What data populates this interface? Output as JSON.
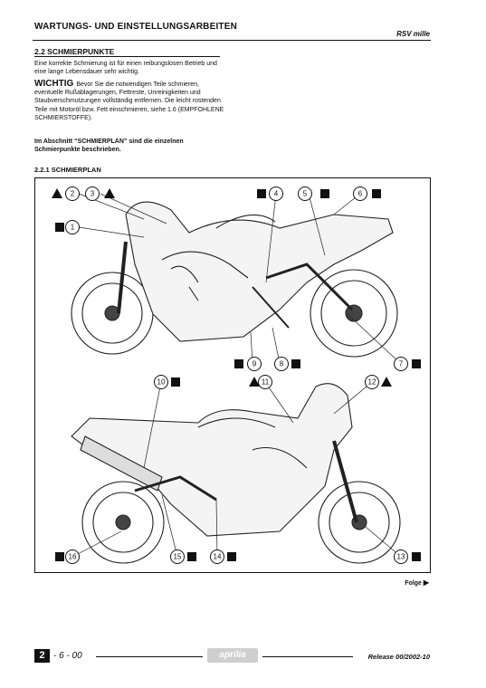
{
  "header": {
    "title": "WARTUNGS- UND EINSTELLUNGSARBEITEN",
    "model": "RSV mille"
  },
  "section": {
    "title": "2.2 SCHMIERPUNKTE",
    "para1": "Eine korrekte Schmierung ist für einen reibungslosen Betrieb und eine lange Lebensdauer sehr wichtig.",
    "warning_word": "WICHTIG",
    "warning_text": "Bevor Sie die notwendigen Teile schmieren, eventuelle Rußablagerungen, Fettreste, Unreinigkeiten und Staubverschmutzungen vollständig entfernen. Die leicht rostenden Teile mit Motoröl bzw. Fett einschmieren, siehe 1.6 (EMPFOHLENE SCHMIERSTOFFE).",
    "para3": "Im Abschnitt “SCHMIERPLAN” sind die einzelnen Schmierpunkte beschrieben."
  },
  "subsection": {
    "title": "2.2.1  SCHMIERPLAN"
  },
  "diagram": {
    "callouts": [
      "1",
      "2",
      "3",
      "4",
      "5",
      "6",
      "7",
      "8",
      "9",
      "10",
      "11",
      "12",
      "13",
      "14",
      "15",
      "16"
    ]
  },
  "footer": {
    "folge": "Folge",
    "page_chapter": "2",
    "page_rest": "- 6 - 00",
    "logo": "aprilia",
    "release": "Release 00/2002-10"
  }
}
